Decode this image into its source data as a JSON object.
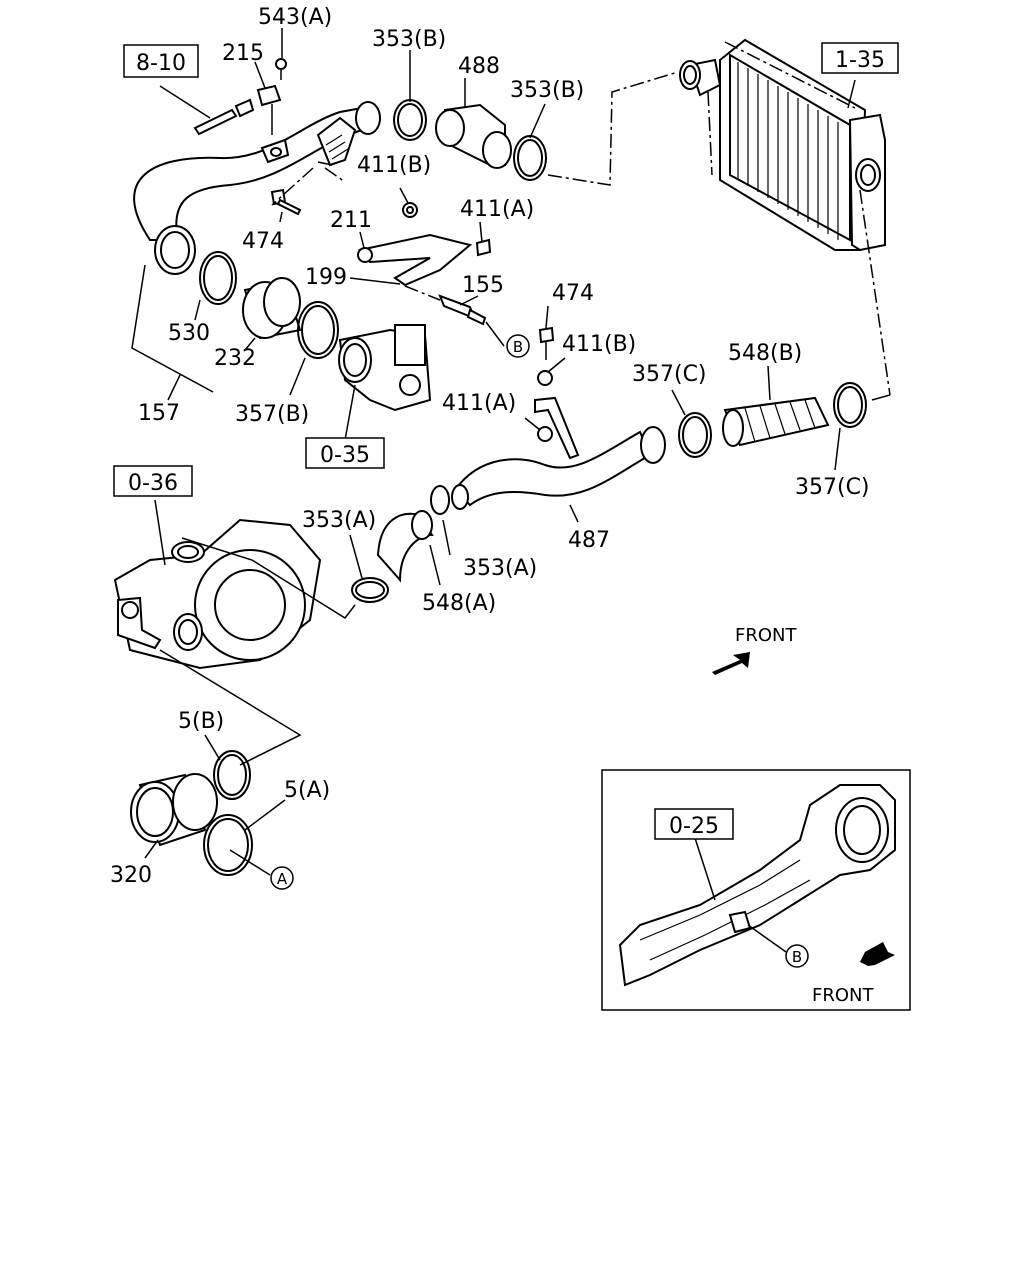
{
  "refs": {
    "r810": "8-10",
    "r135": "1-35",
    "r035": "0-35",
    "r036": "0-36",
    "r025": "0-25"
  },
  "labels": {
    "p543a": "543(A)",
    "p215": "215",
    "p353b_1": "353(B)",
    "p488": "488",
    "p353b_2": "353(B)",
    "p411b_1": "411(B)",
    "p411a_1": "411(A)",
    "p211": "211",
    "p474_1": "474",
    "p199": "199",
    "p155": "155",
    "p474_2": "474",
    "p411b_2": "411(B)",
    "p530": "530",
    "p232": "232",
    "p157": "157",
    "p357b": "357(B)",
    "p411a_2": "411(A)",
    "p357c_1": "357(C)",
    "p548b": "548(B)",
    "p357c_2": "357(C)",
    "p487": "487",
    "p353a_1": "353(A)",
    "p353a_2": "353(A)",
    "p548a": "548(A)",
    "p5b": "5(B)",
    "p5a": "5(A)",
    "p320": "320"
  },
  "markers": {
    "a": "A",
    "b": "B"
  },
  "front_label": "FRONT"
}
